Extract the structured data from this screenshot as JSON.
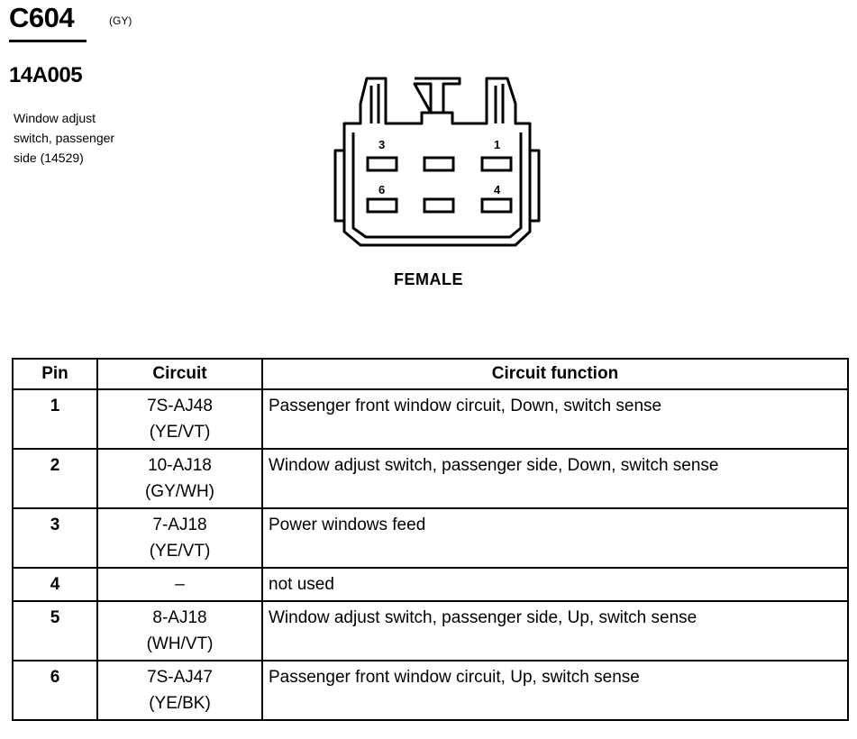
{
  "header": {
    "connector_id": "C604",
    "connector_color": "(GY)",
    "part_number": "14A005",
    "component": "Window adjust\nswitch, passenger\nside (14529)"
  },
  "connector": {
    "pin_labels": [
      "3",
      "1",
      "6",
      "4"
    ],
    "gender": "FEMALE"
  },
  "table": {
    "headers": {
      "pin": "Pin",
      "circuit": "Circuit",
      "function": "Circuit function"
    },
    "rows": [
      {
        "pin": "1",
        "circuit": "7S-AJ48",
        "color": "(YE/VT)",
        "function": "Passenger front window circuit, Down, switch sense"
      },
      {
        "pin": "2",
        "circuit": "10-AJ18",
        "color": "(GY/WH)",
        "function": "Window adjust switch, passenger side, Down, switch sense"
      },
      {
        "pin": "3",
        "circuit": "7-AJ18",
        "color": "(YE/VT)",
        "function": "Power windows feed"
      },
      {
        "pin": "4",
        "circuit": "–",
        "color": "",
        "function": "not used"
      },
      {
        "pin": "5",
        "circuit": "8-AJ18",
        "color": "(WH/VT)",
        "function": "Window adjust switch, passenger side, Up, switch sense"
      },
      {
        "pin": "6",
        "circuit": "7S-AJ47",
        "color": "(YE/BK)",
        "function": "Passenger front window circuit, Up, switch sense"
      }
    ]
  }
}
